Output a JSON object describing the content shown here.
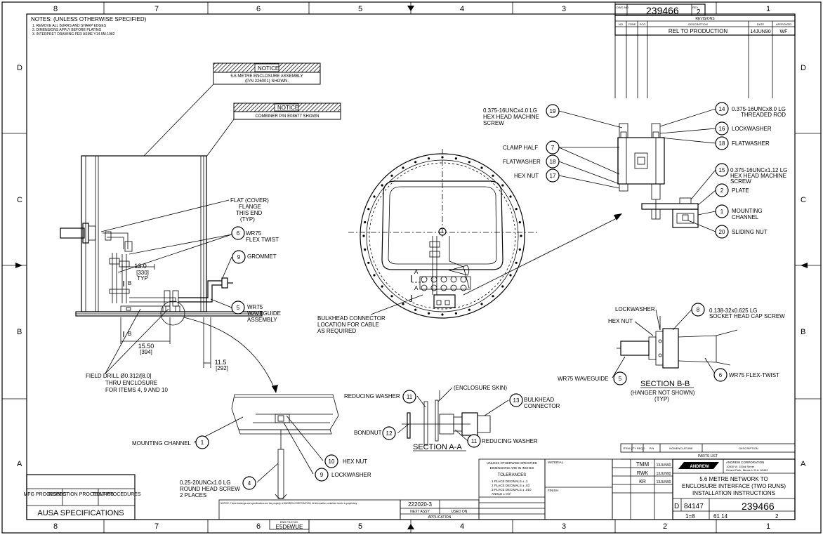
{
  "sheet": {
    "zone_numbers": [
      "8",
      "7",
      "6",
      "5",
      "4",
      "3",
      "2",
      "1"
    ],
    "zone_letters": [
      "D",
      "C",
      "B",
      "A"
    ]
  },
  "notes": {
    "heading": "NOTES: (UNLESS OTHERWISE SPECIFIED)",
    "lines": [
      "1. REMOVE ALL BURRS AND SHARP EDGES",
      "2. DIMENSIONS APPLY BEFORE PLATING",
      "3. INTERPRET DRAWING PER ASME Y14.5M-1982"
    ]
  },
  "notices": [
    {
      "title": "NOTICE",
      "lines": [
        "5.6 METRE ENCLOSURE ASSEMBLY",
        "(P/N 226001) SHOWN."
      ]
    },
    {
      "title": "NOTICE",
      "lines": [
        "COMBINER P/N E08677 SHOWN"
      ]
    }
  ],
  "callouts": {
    "flat_flange": [
      "FLAT (COVER)",
      "FLANGE",
      "THIS END",
      "(TYP)"
    ],
    "flex_twist": [
      "WR75",
      "FLEX TWIST"
    ],
    "grommet": "GROMMET",
    "waveguide_assembly": [
      "WR75",
      "WAVEGUIDE",
      "ASSEMBLY"
    ],
    "field_drill": [
      "FIELD DRILL Ø0.312/[8.0]",
      "THRU ENCLOSURE",
      "FOR ITEMS 4, 9 AND 10"
    ],
    "bulkhead_location": [
      "BULKHEAD CONNECTOR",
      "LOCATION FOR CABLE",
      "AS REQUIRED"
    ],
    "mounting_channel": "MOUNTING CHANNEL",
    "hex_nut": "HEX NUT",
    "lockwasher": "LOCKWASHER",
    "round_head_screw": [
      "0.25-20UNCx1.0 LG",
      "ROUND HEAD SCREW",
      "2 PLACES"
    ],
    "reducing_washer": "REDUCING WASHER",
    "enclosure_skin": "(ENCLOSURE SKIN)",
    "bulkhead_connector": [
      "BULKHEAD",
      "CONNECTOR"
    ],
    "bondnut": "BONDNUT",
    "section_a": "SECTION A-A",
    "section_b": "SECTION B-B",
    "section_b_note": [
      "(HANGER NOT SHOWN)",
      "(TYP)"
    ],
    "wr75_waveguide": "WR75 WAVEGUIDE",
    "wr75_flex_twist": "WR75 FLEX-TWIST",
    "cap_screw": [
      "0.138-32x0.625 LG",
      "SOCKET HEAD CAP SCREW"
    ],
    "machine_screw_19": [
      "0.375-16UNCx4.0 LG",
      "HEX HEAD MACHINE",
      "SCREW"
    ],
    "threaded_rod": [
      "0.375-16UNCx8.0 LG",
      "THREADED ROD"
    ],
    "clamp_half": "CLAMP HALF",
    "flatwasher": "FLATWASHER",
    "machine_screw_15": [
      "0.375-16UNCx1.12 LG",
      "HEX HEAD MACHINE",
      "SCREW"
    ],
    "plate": "PLATE",
    "mounting_channel_r": [
      "MOUNTING",
      "CHANNEL"
    ],
    "sliding_nut": "SLIDING NUT",
    "view_marks": [
      "A",
      "A",
      "B",
      "B"
    ]
  },
  "dimensions": {
    "d13": [
      "13.0",
      "[330]",
      "TYP"
    ],
    "d15": [
      "15.50",
      "[394]"
    ],
    "d11": [
      "11.5",
      "[292]"
    ]
  },
  "balloons": [
    "19",
    "7",
    "18",
    "17",
    "14",
    "16",
    "18",
    "15",
    "2",
    "1",
    "20",
    "6",
    "9",
    "5",
    "8",
    "5",
    "6",
    "11",
    "12",
    "13",
    "11",
    "1",
    "10",
    "9",
    "4"
  ],
  "revision": {
    "header": "REVISIONS",
    "cols": [
      "NO",
      "ZONE",
      "ECO",
      "DESCRIPTION",
      "DATE",
      "APPROVED"
    ],
    "row": {
      "description": "REL TO PRODUCTION",
      "date": "14JUN90",
      "approved": "WF"
    }
  },
  "dwg_top": {
    "label": "DWG NO.",
    "number": "239466",
    "rev_label": "REV",
    "rev": "2"
  },
  "process_block": {
    "cols": [
      "MFG PROCESSES",
      "INSPECTION PROCEDURES",
      "TEST PROCEDURES"
    ],
    "spec": "AUSA SPECIFICATIONS"
  },
  "tolerance": {
    "lines": [
      "UNLESS OTHERWISE SPECIFIED",
      "DIMENSIONS ARE IN INCHES"
    ],
    "heading": "TOLERANCES",
    "items": [
      "1 PLACE DECIMALS ± .1",
      "2 PLACE DECIMALS ± .03",
      "3 PLACE DECIMALS ± .010",
      "ANGLE ± 0.5°"
    ]
  },
  "application": {
    "next_assy": "NEXT ASSY",
    "used_on": "USED ON",
    "value": "222020-3",
    "label": "APPLICATION"
  },
  "material": {
    "label": "MATERIAL",
    "finish": "FINISH"
  },
  "parts_list": {
    "label": "PARTS LIST",
    "cols": [
      "ITEM",
      "QTY REQD",
      "P/N",
      "NOMENCLATURE",
      "DESCRIPTION"
    ]
  },
  "title_block": {
    "company": [
      "ANDREW CORPORATION",
      "10500 W. 153rd Street",
      "Orland Park, Illinois U.S.A. 60462"
    ],
    "logo": "ANDREW",
    "title": [
      "5.6 METRE NETWORK TO",
      "ENCLOSURE INTERFACE (TWO RUNS)",
      "INSTALLATION INSTRUCTIONS"
    ],
    "size": "D",
    "code": "84147",
    "dwg_no": "239466",
    "scale": "1=8",
    "rev": "2",
    "drawn": "TMM",
    "checked": "RWK",
    "eng": "KR",
    "d1": "13JUN90",
    "d2": "13JUN90",
    "d3": "13JUN90",
    "sheet": "61 14"
  },
  "footer": {
    "end_file_label": "END FILE NO.",
    "end_file": "E5D6WUE",
    "notice": "NOTICE: These drawings and specifications are the property of ANDREW CORPORATION. All information contained herein is proprietary."
  }
}
